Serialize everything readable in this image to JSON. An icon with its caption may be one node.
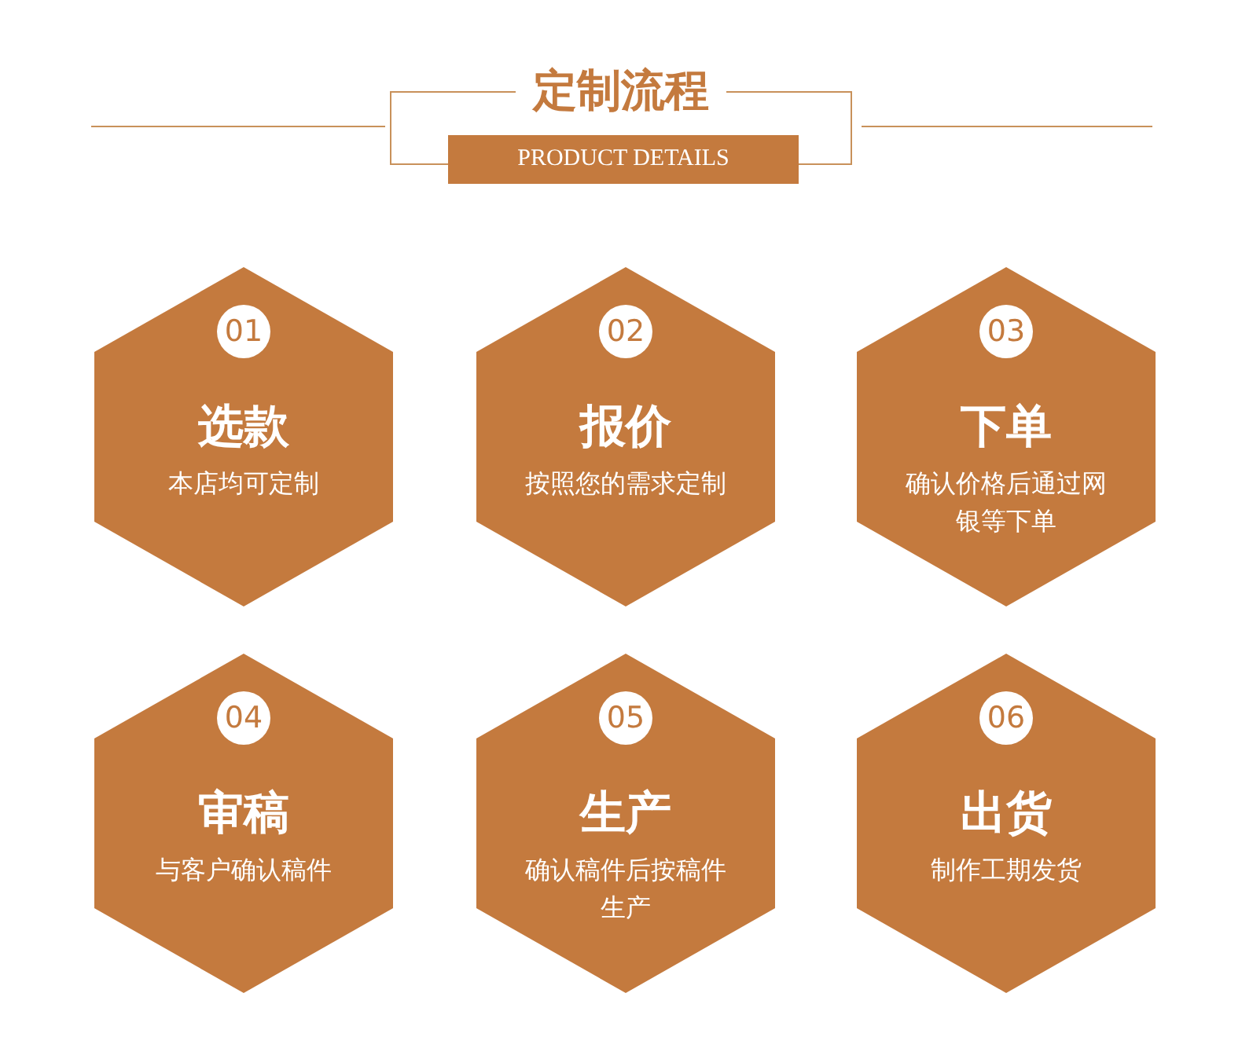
{
  "diagram": {
    "title": "定制流程",
    "nodes": [
      {
        "text": [
          "01",
          "选款",
          "本店均可定制"
        ]
      },
      {
        "text": [
          "02",
          "报价",
          "按照您的需求定制"
        ]
      },
      {
        "text": [
          "03",
          "下单",
          "确认价格后通过网银等下单"
        ]
      },
      {
        "text": [
          "04",
          "审稿",
          "与客户确认稿件"
        ]
      },
      {
        "text": [
          "05",
          "生产",
          "确认稿件后按稿件生产"
        ]
      },
      {
        "text": [
          "06",
          "出货",
          "制作工期发货"
        ]
      }
    ],
    "labels": [
      "PRODUCT DETAILS"
    ]
  }
}
